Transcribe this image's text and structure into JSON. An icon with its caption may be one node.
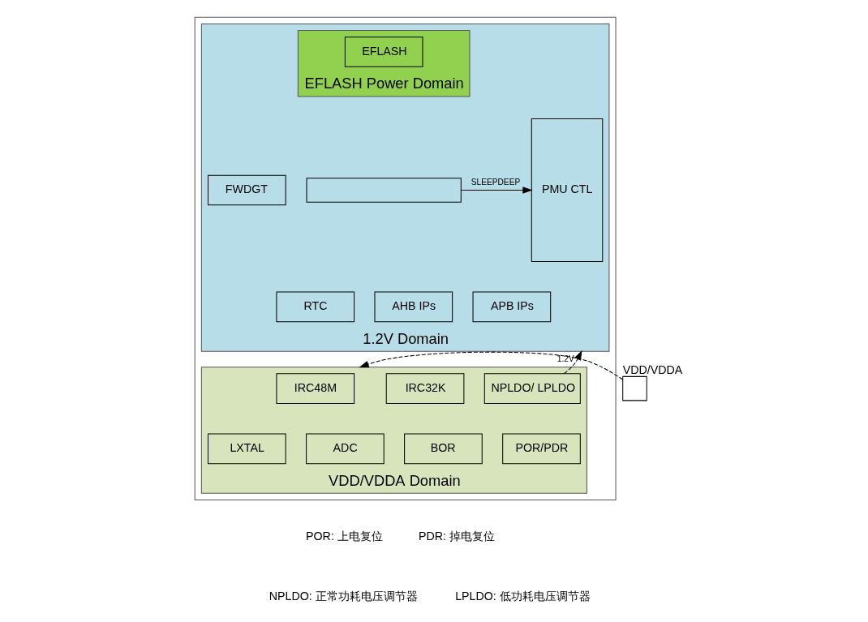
{
  "diagram": {
    "nodes": [
      {
        "text": [],
        "shape": "box"
      },
      {
        "text": [
          "1.2V Domain"
        ],
        "in": 0
      },
      {
        "text": [
          "PMU CTL"
        ],
        "in": 1
      },
      {
        "text": [
          "EFLASH Power Domain"
        ],
        "in": 1
      },
      {
        "text": [
          "EFLASH"
        ],
        "in": 3
      },
      {
        "text": [
          "FWDGT"
        ],
        "in": 1
      },
      {
        "text": [
          "RTC"
        ],
        "in": 1
      },
      {
        "text": [],
        "shape": "box",
        "in": 1
      },
      {
        "text": [
          "AHB IPs"
        ],
        "in": 1
      },
      {
        "text": [
          "APB IPs"
        ],
        "in": 1
      },
      {
        "text": [
          "VDD/VDDA Domain"
        ],
        "in": 0
      },
      {
        "text": [
          "IRC48M"
        ],
        "in": 10
      },
      {
        "text": [
          "IRC32K"
        ],
        "in": 10
      },
      {
        "text": [
          "NPLDO/ LPLDO"
        ],
        "in": 10
      },
      {
        "text": [
          "ADC"
        ],
        "in": 10
      },
      {
        "text": [
          "BOR"
        ],
        "in": 10
      },
      {
        "text": [
          "POR/PDR"
        ],
        "in": 10
      },
      {
        "text": [
          "LXTAL"
        ],
        "in": 10
      },
      {
        "text": [],
        "shape": "box",
        "beside": [
          "VDD/VDDA"
        ]
      }
    ],
    "edges": [
      {
        "from": 7,
        "to": 2,
        "arrow": "to",
        "label": "SLEEPDEEP"
      },
      {
        "from": 13,
        "to": 1,
        "arrow": "to",
        "label": "1.2V",
        "style": "dashed"
      },
      {
        "from": 18,
        "to": 10,
        "arrow": "to",
        "style": "dashed"
      }
    ],
    "labels": [
      "POR: 上电复位",
      "PDR: 掉电复位",
      "NPLDO: 正常功耗电压调节器",
      "LPLDO: 低功耗电压调节器"
    ]
  }
}
